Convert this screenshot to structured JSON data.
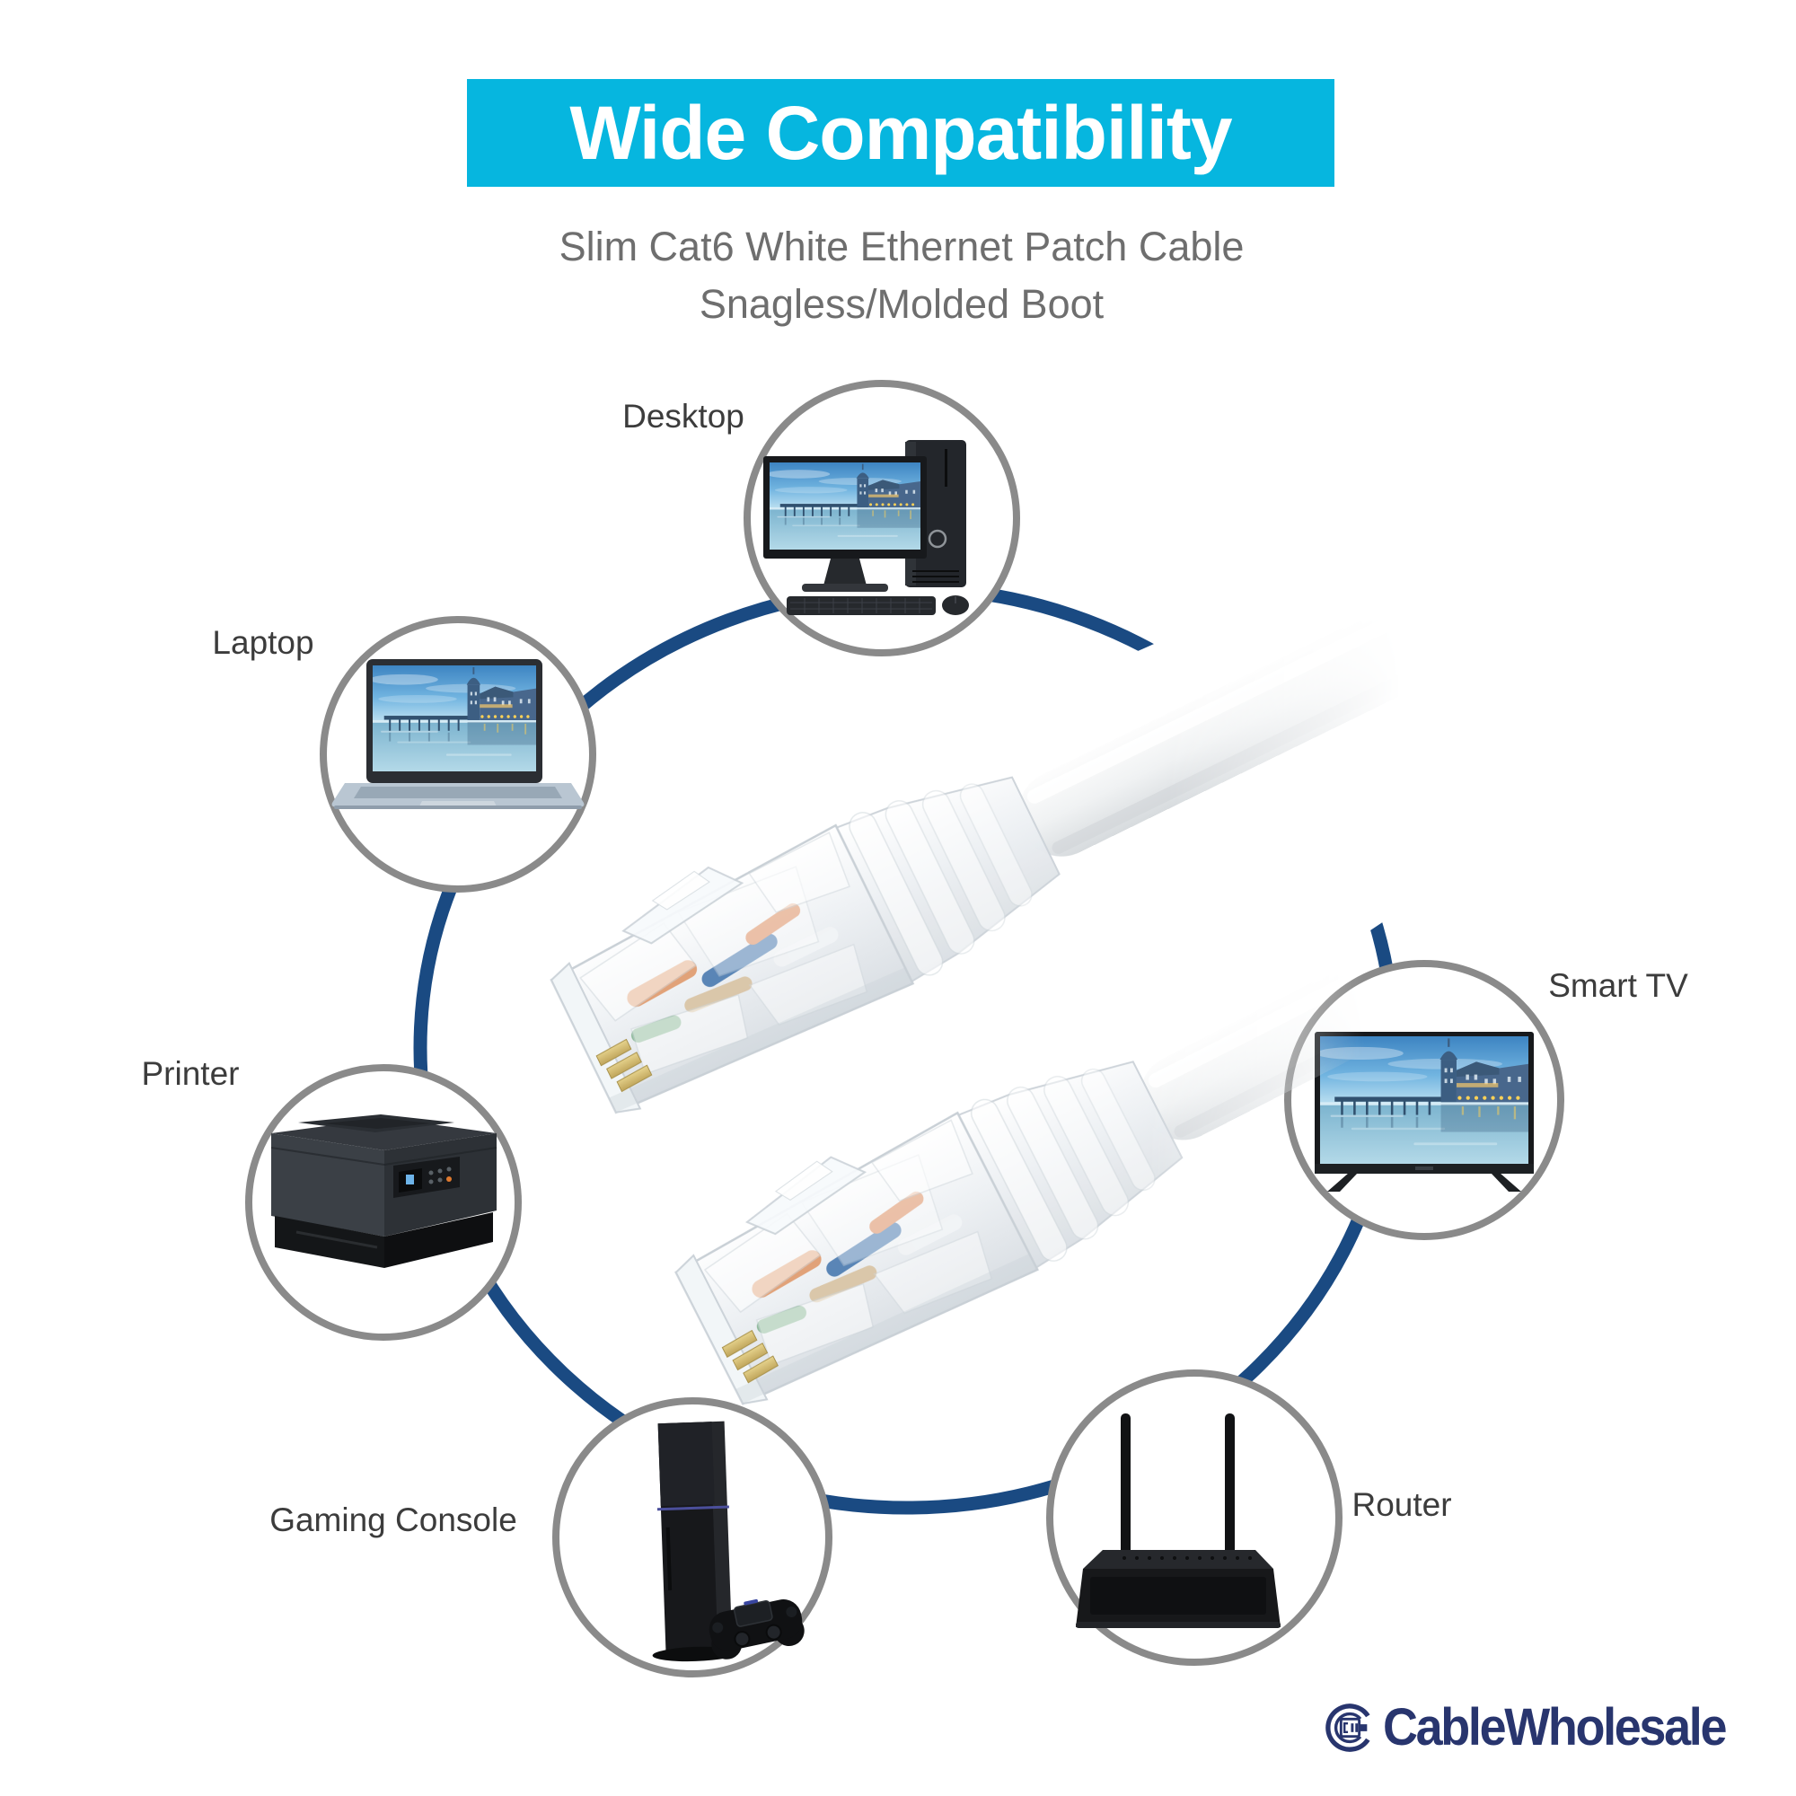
{
  "header": {
    "title": "Wide Compatibility",
    "subtitle_line1": "Slim Cat6 White Ethernet Patch Cable",
    "subtitle_line2": "Snagless/Molded Boot"
  },
  "devices": [
    {
      "id": "desktop",
      "label": "Desktop"
    },
    {
      "id": "laptop",
      "label": "Laptop"
    },
    {
      "id": "printer",
      "label": "Printer"
    },
    {
      "id": "gaming-console",
      "label": "Gaming Console"
    },
    {
      "id": "router",
      "label": "Router"
    },
    {
      "id": "smart-tv",
      "label": "Smart TV"
    }
  ],
  "footer": {
    "brand": "CableWholesale"
  },
  "colors": {
    "banner_bg": "#06b6df",
    "banner_text": "#ffffff",
    "subtitle_text": "#6e6e6e",
    "label_text": "#3c3c3c",
    "ring_gray": "#8a8a8a",
    "navy_circle": "#1a4a82",
    "logo_navy": "#28356e"
  }
}
